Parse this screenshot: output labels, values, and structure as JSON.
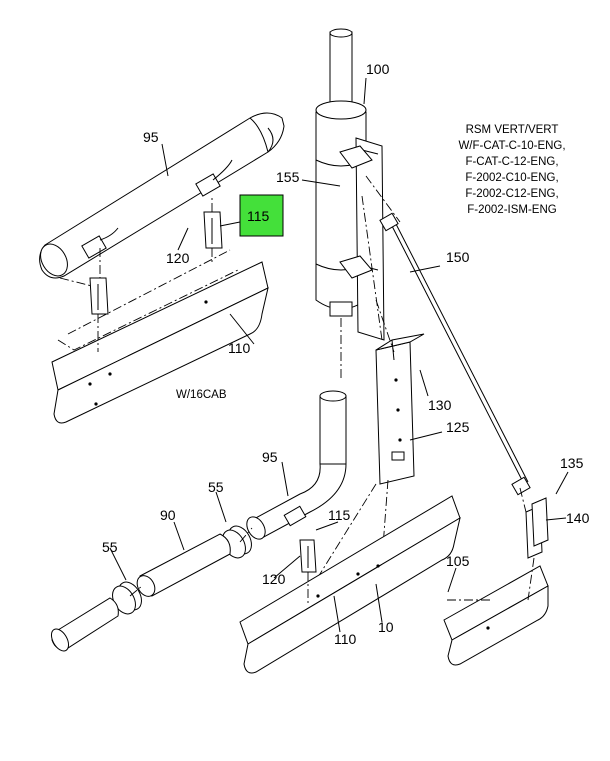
{
  "note_lines": [
    "RSM VERT/VERT",
    "W/F-CAT-C-10-ENG,",
    "F-CAT-C-12-ENG,",
    "F-2002-C10-ENG,",
    "F-2002-C12-ENG,",
    "F-2002-ISM-ENG"
  ],
  "cab_label": "W/16CAB",
  "highlight_color": "#44e03a",
  "callouts": {
    "c100": "100",
    "c95a": "95",
    "c155": "155",
    "c115a": "115",
    "c120a": "120",
    "c150": "150",
    "c110a": "110",
    "c130": "130",
    "c125": "125",
    "c95b": "95",
    "c135": "135",
    "c55a": "55",
    "c90": "90",
    "c115b": "115",
    "c140": "140",
    "c55b": "55",
    "c105": "105",
    "c120b": "120",
    "c110b": "110",
    "c10": "10"
  }
}
